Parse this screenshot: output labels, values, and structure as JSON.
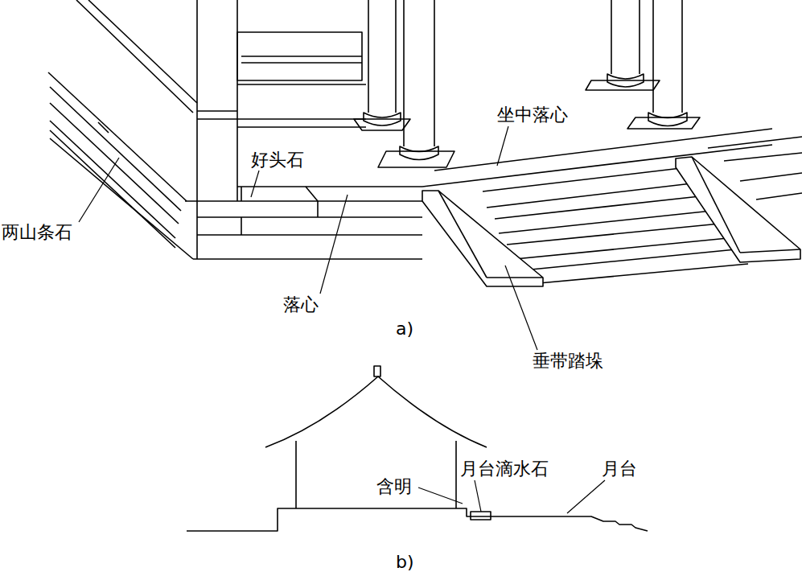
{
  "diagram": {
    "labels": [
      "两山条石",
      "好头石",
      "坐中落心",
      "落心",
      "a)",
      "垂带踏垛",
      "含明",
      "月台滴水石",
      "月台",
      "b)"
    ]
  }
}
